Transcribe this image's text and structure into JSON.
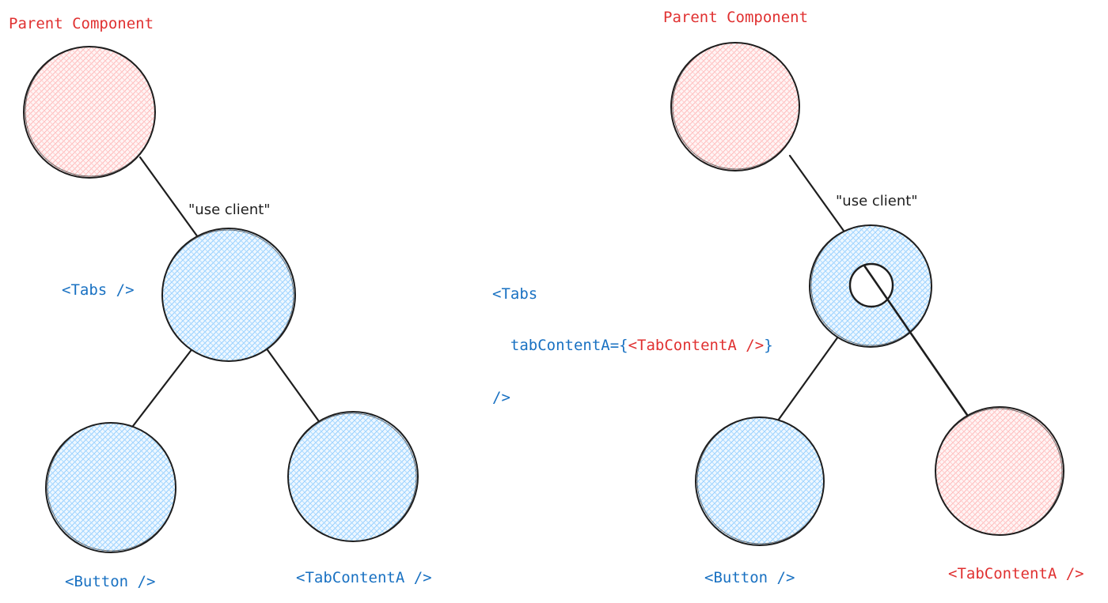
{
  "colors": {
    "server_fill": "#ffc9c9",
    "client_fill": "#a5d8ff",
    "stroke": "#1e1e1e",
    "red_text": "#e03131",
    "blue_text": "#1971c2"
  },
  "left_tree": {
    "parent_label": "Parent Component",
    "directive_label": "\"use client\"",
    "tabs_label": "<Tabs />",
    "button_label": "<Button />",
    "content_label": "<TabContentA />"
  },
  "right_tree": {
    "parent_label": "Parent Component",
    "directive_label": "\"use client\"",
    "code": {
      "line1": "<Tabs",
      "line2_prefix": "  tabContentA={",
      "line2_child": "<TabContentA />",
      "line2_suffix": "}",
      "line3": "/>"
    },
    "button_label": "<Button />",
    "content_label": "<TabContentA />"
  }
}
